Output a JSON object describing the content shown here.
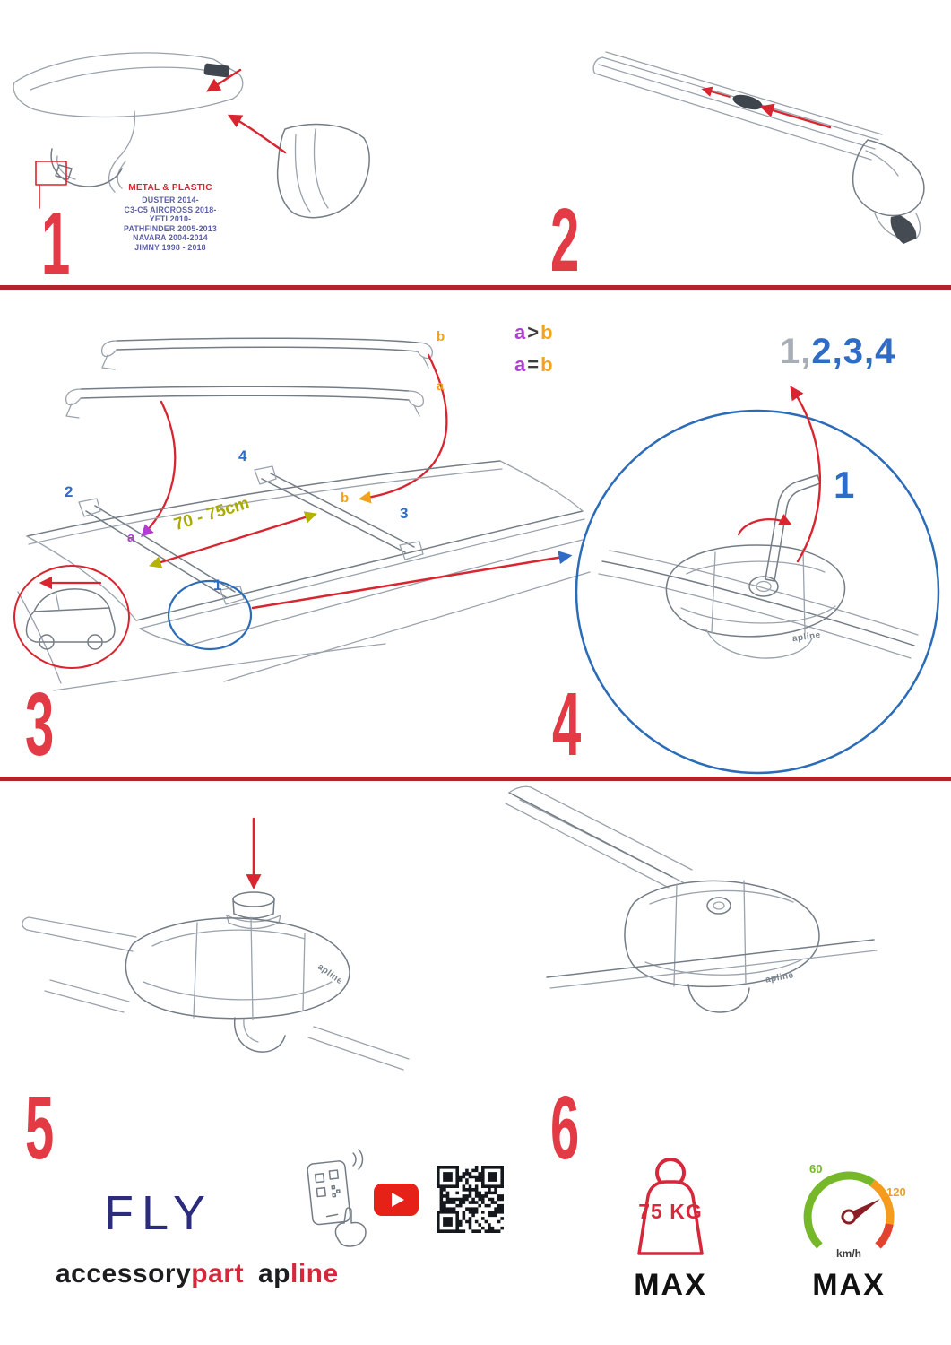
{
  "colors": {
    "accent_red": "#d8252f",
    "step_number_red": "#e23b46",
    "blue": "#2f6cc6",
    "circle_blue": "#2b6bb8",
    "purple": "#b13dd1",
    "orange": "#f2a21d",
    "olive": "#b4b400",
    "navy_product": "#2b2c7c",
    "sketch_gray": "#9aa2ac",
    "youtube_red": "#e62117",
    "gauge_green": "#76b82a",
    "gauge_orange": "#f59c1d",
    "gauge_red": "#e2432e"
  },
  "steps": {
    "s1": {
      "number": "1",
      "material_note": "METAL & PLASTIC",
      "models": [
        "DUSTER 2014-",
        "C3-C5 AIRCROSS 2018-",
        "YETI 2010-",
        "PATHFINDER 2005-2013",
        "NAVARA 2004-2014",
        "JIMNY 1998 - 2018"
      ]
    },
    "s2": {
      "number": "2"
    },
    "s3": {
      "number": "3",
      "distance": "70 - 75cm",
      "legend": {
        "gt_a": "a",
        "gt_op": ">",
        "gt_b": "b",
        "eq_a": "a",
        "eq_op": "=",
        "eq_b": "b"
      },
      "bar_label_a": "a",
      "bar_label_b": "b",
      "roof_label_a": "a",
      "roof_label_b": "b",
      "pos_1": "1",
      "pos_2": "2",
      "pos_3": "3",
      "pos_4": "4"
    },
    "s4": {
      "number": "4",
      "sequence_prefix": "1,",
      "sequence_rest": "2,3,4",
      "step_first": "1"
    },
    "s5": {
      "number": "5"
    },
    "s6": {
      "number": "6",
      "weight": {
        "value": "75 KG",
        "max": "MAX"
      },
      "speed": {
        "tick_low": "60",
        "tick_high": "120",
        "unit": "km/h",
        "max": "MAX"
      }
    }
  },
  "branding": {
    "product_name": "FLY",
    "maker_black": "accessory",
    "maker_red": "part",
    "brand_black": "ap",
    "brand_red": "line",
    "product_logo": "apline"
  }
}
